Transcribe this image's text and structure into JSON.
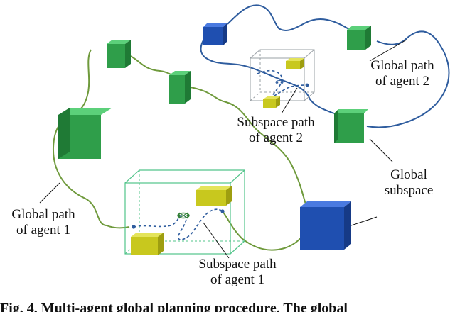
{
  "labels": {
    "global_path_agent2": [
      "Global path",
      "of agent 2"
    ],
    "subspace_path_agent2": [
      "Subspace path",
      "of agent 2"
    ],
    "global_subspace": [
      "Global",
      "subspace"
    ],
    "global_path_agent1": [
      "Global path",
      "of agent 1"
    ],
    "subspace_path_agent1": [
      "Subspace path",
      "of agent 1"
    ]
  },
  "caption": "Fig. 4. Multi-agent global planning procedure. The global",
  "colors": {
    "green_path": "#6f9a3c",
    "blue_path": "#2e5c9e",
    "green_cube": "#2f9e4a",
    "blue_cube": "#1f4fb0",
    "yellow_obstacle": "#c8c81e",
    "wire_green": "#52c48a",
    "wire_gray": "#9aa0a6",
    "agent_marker": "#2e7d32"
  }
}
